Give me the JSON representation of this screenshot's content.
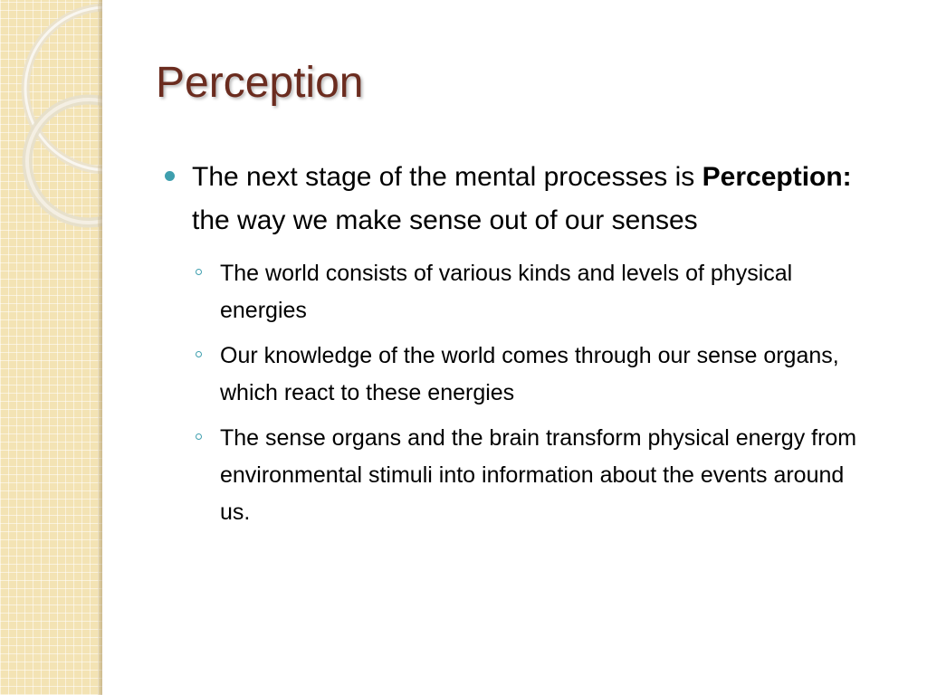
{
  "slide": {
    "title": "Perception",
    "main_bullet": {
      "lead": "The next stage of the mental processes is ",
      "bold": "Perception:",
      "rest": " the way we make sense out of our senses"
    },
    "sub_bullets": [
      "The world consists of various kinds and levels of physical energies",
      "Our knowledge of the world comes through our sense organs, which react to these energies",
      "The sense organs and the brain transform physical energy from environmental stimuli into information about the events around us."
    ]
  },
  "colors": {
    "title": "#6b2c1f",
    "bullet_accent": "#3f9fae",
    "side_panel": "#f3e3b4"
  }
}
